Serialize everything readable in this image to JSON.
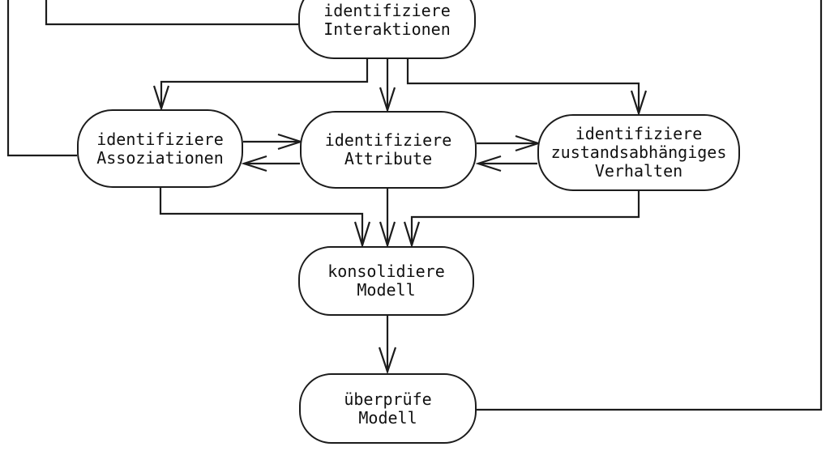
{
  "diagram": {
    "language": "de",
    "colors": {
      "line": "#1c1c1c",
      "text": "#111111",
      "background": "#ffffff"
    },
    "nodes": {
      "interaktionen": {
        "line1": "identifiziere",
        "line2": "Interaktionen"
      },
      "assoziationen": {
        "line1": "identifiziere",
        "line2": "Assoziationen"
      },
      "attribute": {
        "line1": "identifiziere",
        "line2": "Attribute"
      },
      "verhalten": {
        "line1": "identifiziere",
        "line2": "zustandsabhängiges",
        "line3": "Verhalten"
      },
      "konsolidiere": {
        "line1": "konsolidiere",
        "line2": "Modell"
      },
      "ueberpruefe": {
        "line1": "überprüfe",
        "line2": "Modell"
      }
    },
    "edges": [
      {
        "from": "offscreen-top-left",
        "to": "identifiziere-assoziationen",
        "arrow": false
      },
      {
        "from": "offscreen-top-left",
        "to": "identifiziere-interaktionen",
        "arrow": false
      },
      {
        "from": "identifiziere-interaktionen",
        "to": "identifiziere-assoziationen",
        "arrow": true
      },
      {
        "from": "identifiziere-interaktionen",
        "to": "identifiziere-attribute",
        "arrow": true
      },
      {
        "from": "identifiziere-interaktionen",
        "to": "identifiziere-zustandsabhaengiges-verhalten",
        "arrow": true
      },
      {
        "from": "identifiziere-assoziationen",
        "to": "identifiziere-attribute",
        "arrow": true
      },
      {
        "from": "identifiziere-attribute",
        "to": "identifiziere-assoziationen",
        "arrow": true
      },
      {
        "from": "identifiziere-attribute",
        "to": "identifiziere-zustandsabhaengiges-verhalten",
        "arrow": true
      },
      {
        "from": "identifiziere-zustandsabhaengiges-verhalten",
        "to": "identifiziere-attribute",
        "arrow": true
      },
      {
        "from": "identifiziere-assoziationen",
        "to": "konsolidiere-modell",
        "arrow": true
      },
      {
        "from": "identifiziere-attribute",
        "to": "konsolidiere-modell",
        "arrow": true
      },
      {
        "from": "identifiziere-zustandsabhaengiges-verhalten",
        "to": "konsolidiere-modell",
        "arrow": true
      },
      {
        "from": "konsolidiere-modell",
        "to": "ueberpruefe-modell",
        "arrow": true
      },
      {
        "from": "ueberpruefe-modell",
        "to": "offscreen-top-right",
        "arrow": false
      }
    ]
  }
}
